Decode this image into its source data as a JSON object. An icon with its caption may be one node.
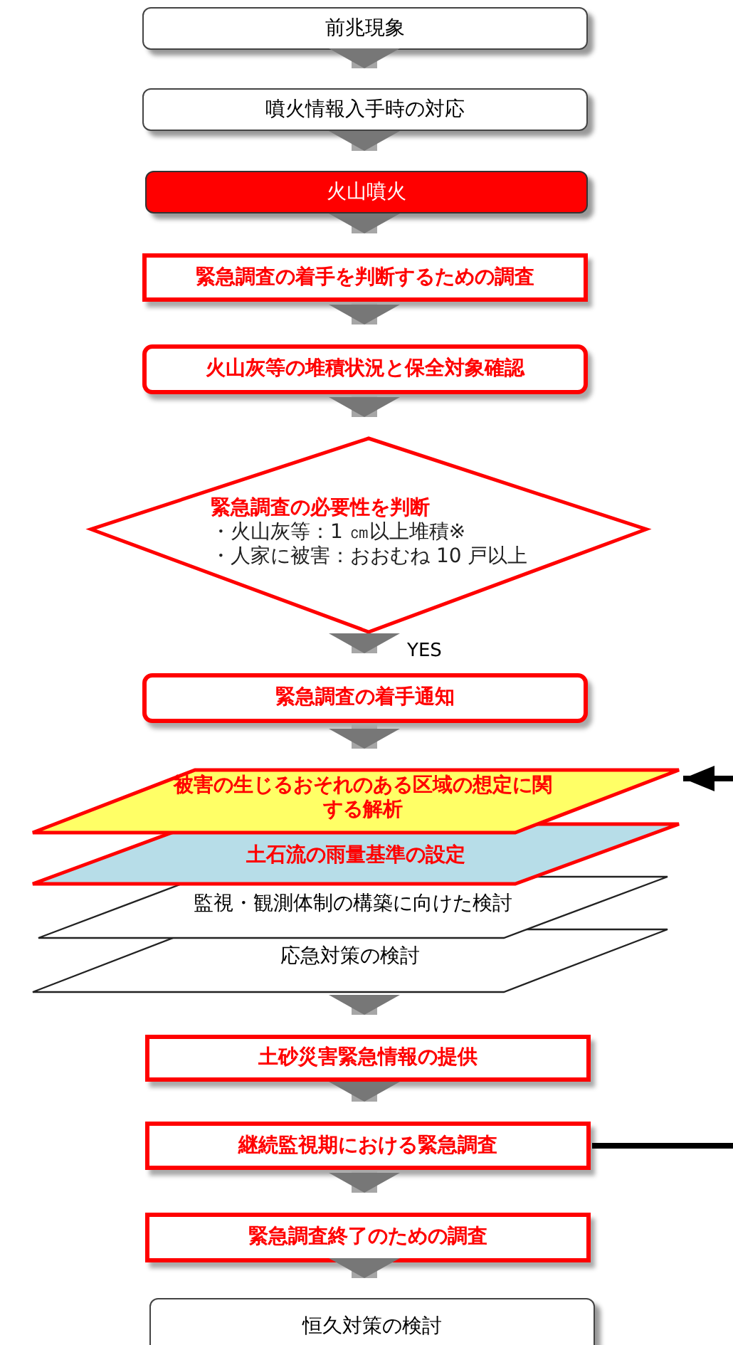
{
  "diagram": {
    "nodes": [
      {
        "text": [
          "前兆現象"
        ]
      },
      {
        "text": [
          "噴火情報入手時の対応"
        ]
      },
      {
        "text": [
          "火山噴火"
        ]
      },
      {
        "text": [
          "緊急調査の着手を判断するための調査"
        ]
      },
      {
        "text": [
          "火山灰等の堆積状況と保全対象確認"
        ]
      },
      {
        "text": [
          "緊急調査の必要性を判断",
          "・火山灰等：1 ㎝以上堆積※",
          "・人家に被害：おおむね 10 戸以上"
        ]
      },
      {
        "text": [
          "緊急調査の着手通知"
        ]
      },
      {
        "text": [
          "被害の生じるおそれのある区域の想定に関する解析"
        ]
      },
      {
        "text": [
          "土石流の雨量基準の設定"
        ]
      },
      {
        "text": [
          "監視・観測体制の構築に向けた検討"
        ]
      },
      {
        "text": [
          "応急対策の検討"
        ]
      },
      {
        "text": [
          "土砂災害緊急情報の提供"
        ]
      },
      {
        "text": [
          "継続監視期における緊急調査"
        ]
      },
      {
        "text": [
          "緊急調査終了のための調査"
        ]
      },
      {
        "text": [
          "恒久対策の検討"
        ]
      }
    ],
    "edges": [
      {
        "from": 0,
        "to": 1,
        "arrow": "to"
      },
      {
        "from": 1,
        "to": 2,
        "arrow": "to"
      },
      {
        "from": 2,
        "to": 3,
        "arrow": "to"
      },
      {
        "from": 3,
        "to": 4,
        "arrow": "to"
      },
      {
        "from": 4,
        "to": 5,
        "arrow": "to"
      },
      {
        "from": 5,
        "to": 6,
        "arrow": "to",
        "label": "YES"
      },
      {
        "from": 6,
        "to": 7,
        "arrow": "to"
      },
      {
        "from": 10,
        "to": 11,
        "arrow": "to"
      },
      {
        "from": 11,
        "to": 12,
        "arrow": "to"
      },
      {
        "from": 12,
        "to": 13,
        "arrow": "to"
      },
      {
        "from": 13,
        "to": 14,
        "arrow": "to"
      },
      {
        "from": null,
        "to": 7,
        "arrow": "to",
        "color": "#000000"
      },
      {
        "from": 12,
        "to": null,
        "arrow": "none",
        "color": "#000000"
      }
    ]
  }
}
